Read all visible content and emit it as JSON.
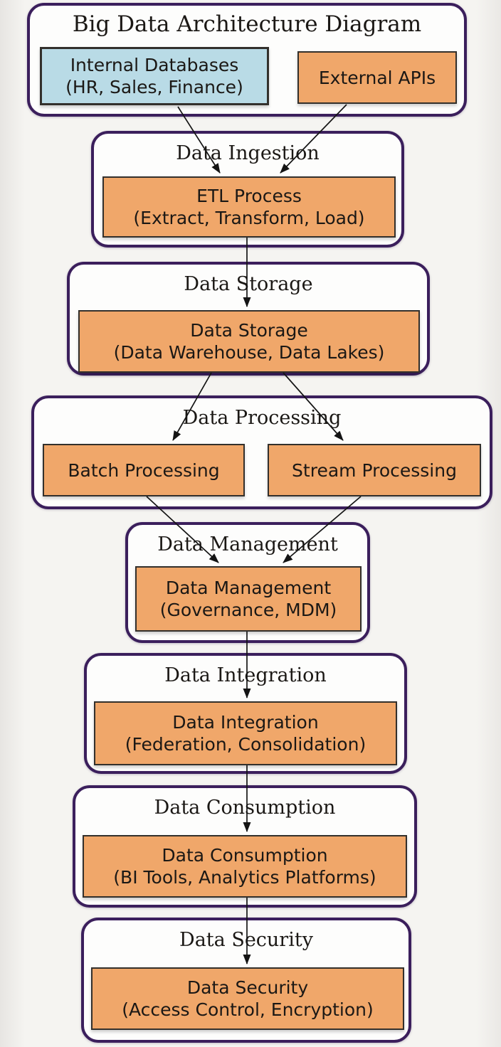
{
  "diagram": {
    "title": "Big Data Architecture Diagram",
    "clusters": [
      {
        "label": "Big Data Architecture Diagram",
        "nodes": [
          {
            "id": "internal-databases",
            "line1": "Internal Databases",
            "line2": "(HR, Sales, Finance)",
            "fill": "#b9dbe6"
          },
          {
            "id": "external-apis",
            "line1": "External APIs",
            "fill": "#f0a76a"
          }
        ]
      },
      {
        "label": "Data Ingestion",
        "nodes": [
          {
            "id": "etl-process",
            "line1": "ETL Process",
            "line2": "(Extract, Transform, Load)",
            "fill": "#f0a76a"
          }
        ]
      },
      {
        "label": "Data Storage",
        "nodes": [
          {
            "id": "data-storage",
            "line1": "Data Storage",
            "line2": "(Data Warehouse, Data Lakes)",
            "fill": "#f0a76a"
          }
        ]
      },
      {
        "label": "Data Processing",
        "nodes": [
          {
            "id": "batch-processing",
            "line1": "Batch Processing",
            "fill": "#f0a76a"
          },
          {
            "id": "stream-processing",
            "line1": "Stream Processing",
            "fill": "#f0a76a"
          }
        ]
      },
      {
        "label": "Data Management",
        "nodes": [
          {
            "id": "data-management",
            "line1": "Data Management",
            "line2": "(Governance, MDM)",
            "fill": "#f0a76a"
          }
        ]
      },
      {
        "label": "Data Integration",
        "nodes": [
          {
            "id": "data-integration",
            "line1": "Data Integration",
            "line2": "(Federation, Consolidation)",
            "fill": "#f0a76a"
          }
        ]
      },
      {
        "label": "Data Consumption",
        "nodes": [
          {
            "id": "data-consumption",
            "line1": "Data Consumption",
            "line2": "(BI Tools, Analytics Platforms)",
            "fill": "#f0a76a"
          }
        ]
      },
      {
        "label": "Data Security",
        "nodes": [
          {
            "id": "data-security",
            "line1": "Data Security",
            "line2": "(Access Control, Encryption)",
            "fill": "#f0a76a"
          }
        ]
      }
    ],
    "edges": [
      {
        "from": "Internal Databases",
        "to": "ETL Process"
      },
      {
        "from": "External APIs",
        "to": "ETL Process"
      },
      {
        "from": "ETL Process",
        "to": "Data Storage"
      },
      {
        "from": "Data Storage",
        "to": "Batch Processing"
      },
      {
        "from": "Data Storage",
        "to": "Stream Processing"
      },
      {
        "from": "Batch Processing",
        "to": "Data Management"
      },
      {
        "from": "Stream Processing",
        "to": "Data Management"
      },
      {
        "from": "Data Management",
        "to": "Data Integration"
      },
      {
        "from": "Data Integration",
        "to": "Data Consumption"
      },
      {
        "from": "Data Consumption",
        "to": "Data Security"
      }
    ],
    "colors": {
      "cluster_border": "#3b1f5c",
      "cluster_fill": "#fdfdfc",
      "node_orange": "#f0a76a",
      "node_blue": "#b9dbe6",
      "node_border": "#33302c",
      "arrow": "#141414",
      "background": "#f5f4f1",
      "text": "#1b1815"
    }
  }
}
